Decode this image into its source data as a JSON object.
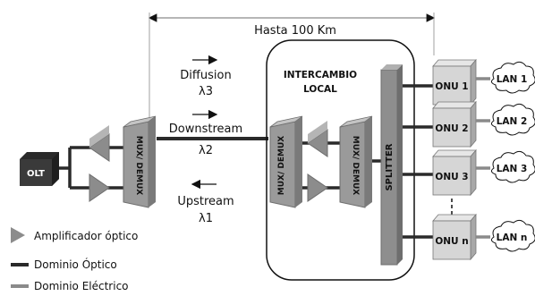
{
  "distance_label": "Hasta 100 Km",
  "olt": "OLT",
  "mux_demux_left": "MUX/ DEMUX",
  "mux_demux_right": "MUX/ DEMUX",
  "demux_mux": "MUX/ DEMUX",
  "splitter": "SPLITTER",
  "exchange": {
    "line1": "INTERCAMBIO",
    "line2": "LOCAL"
  },
  "signals": [
    {
      "name": "Diffusion",
      "lambda": "λ3",
      "arrow": "right"
    },
    {
      "name": "Downstream",
      "lambda": "λ2",
      "arrow": "right"
    },
    {
      "name": "Upstream",
      "lambda": "λ1",
      "arrow": "left"
    }
  ],
  "onus": [
    "ONU 1",
    "ONU 2",
    "ONU 3",
    "ONU n"
  ],
  "lans": [
    "LAN 1",
    "LAN 2",
    "LAN 3",
    "LAN n"
  ],
  "legend": {
    "amplifier": "Amplificador óptico",
    "optical": "Dominio Óptico",
    "electrical": "Dominio Eléctrico"
  },
  "colors": {
    "optical_line": "#2a2a2a",
    "electrical_line": "#8a8a8a",
    "amplifier": "#8c8c8c",
    "box_fill": "#d6d6d6",
    "splitter_fill": "#8e8e8e",
    "olt_fill": "#3a3a3a"
  }
}
